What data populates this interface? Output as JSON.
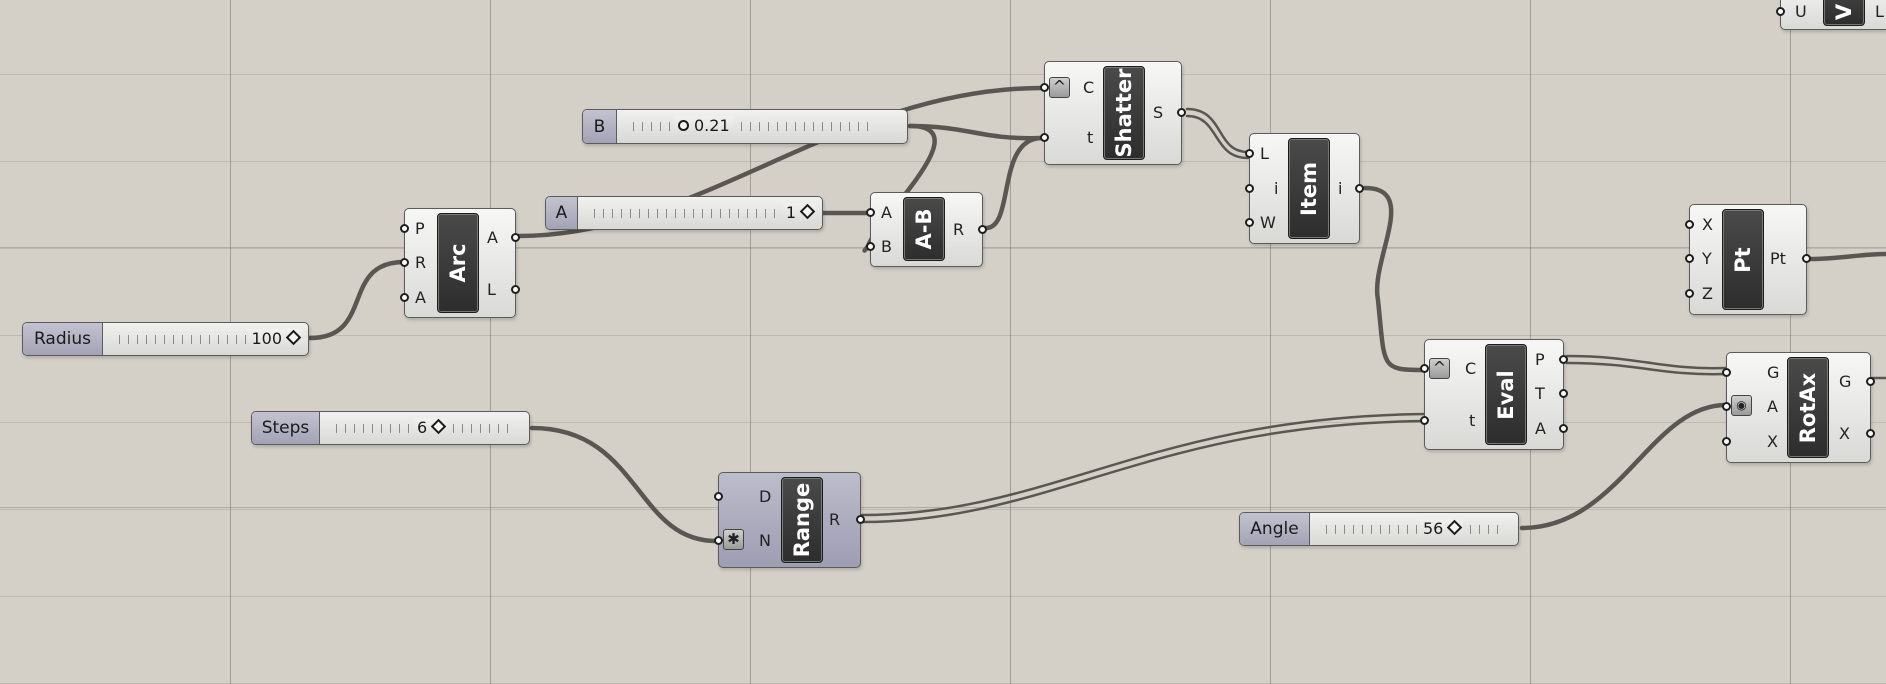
{
  "sliders": {
    "b": {
      "name": "B",
      "value": "0.21"
    },
    "a": {
      "name": "A",
      "value": "1"
    },
    "radius": {
      "name": "Radius",
      "value": "100"
    },
    "steps": {
      "name": "Steps",
      "value": "6"
    },
    "angle": {
      "name": "Angle",
      "value": "56"
    }
  },
  "components": {
    "arc": {
      "title": "Arc",
      "inputs": [
        "P",
        "R",
        "A"
      ],
      "outputs": [
        "A",
        "L"
      ]
    },
    "subtract": {
      "title": "A-B",
      "inputs": [
        "A",
        "B"
      ],
      "outputs": [
        "R"
      ]
    },
    "shatter": {
      "title": "Shatter",
      "inputs": [
        "C",
        "t"
      ],
      "outputs": [
        "S"
      ]
    },
    "item": {
      "title": "Item",
      "inputs": [
        "L",
        "i",
        "W"
      ],
      "outputs": [
        "i"
      ]
    },
    "point": {
      "title": "Pt",
      "inputs": [
        "X",
        "Y",
        "Z"
      ],
      "outputs": [
        "Pt"
      ]
    },
    "evaluate": {
      "title": "Eval",
      "inputs": [
        "C",
        "t"
      ],
      "outputs": [
        "P",
        "T",
        "A"
      ]
    },
    "rotate_axis": {
      "title": "RotAx",
      "inputs": [
        "G",
        "A",
        "X"
      ],
      "outputs": [
        "G",
        "X"
      ]
    },
    "range": {
      "title": "Range",
      "inputs": [
        "D",
        "N"
      ],
      "outputs": [
        "R"
      ]
    },
    "vector": {
      "title": "V",
      "inputs": [
        "U"
      ],
      "outputs": [
        "L"
      ]
    }
  },
  "colors": {
    "canvas": "#d4d0c8",
    "wire": "#5a5752",
    "component_body": "#e8e8e6",
    "component_core": "#363636",
    "range_body": "#a9a8bd"
  }
}
